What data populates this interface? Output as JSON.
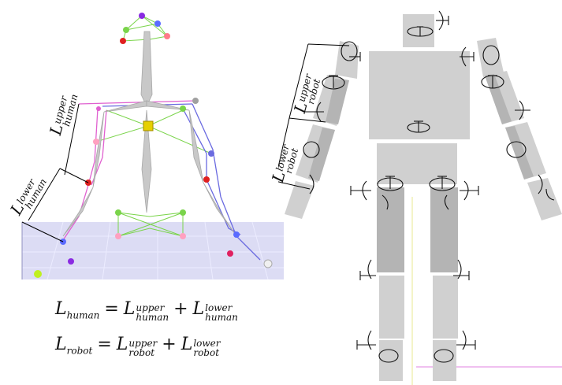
{
  "human": {
    "label_upper": "L",
    "label_upper_sup": "upper",
    "label_upper_sub": "human",
    "label_lower": "L",
    "label_lower_sup": "lower",
    "label_lower_sub": "human"
  },
  "robot": {
    "label_upper": "L",
    "label_upper_sup": "upper",
    "label_upper_sub": "robot",
    "label_lower": "L",
    "label_lower_sup": "lower",
    "label_lower_sub": "robot"
  },
  "equations": {
    "eq1": {
      "lhs": "L",
      "lhs_sub": "human",
      "eq": "=",
      "t1": "L",
      "t1_sup": "upper",
      "t1_sub": "human",
      "plus": "+",
      "t2": "L",
      "t2_sup": "lower",
      "t2_sub": "human"
    },
    "eq2": {
      "lhs": "L",
      "lhs_sub": "robot",
      "eq": "=",
      "t1": "L",
      "t1_sup": "upper",
      "t1_sub": "robot",
      "plus": "+",
      "t2": "L",
      "t2_sup": "lower",
      "t2_sub": "robot"
    }
  },
  "colors": {
    "floor": "#dcdcf4",
    "bone": "#c8c8c8",
    "human_link_left": "#e060d0",
    "human_link_right": "#6a6ae0",
    "green_link": "#7ad44a",
    "robot_body": "#d0d0d0",
    "robot_body_dark": "#b4b4b4"
  }
}
